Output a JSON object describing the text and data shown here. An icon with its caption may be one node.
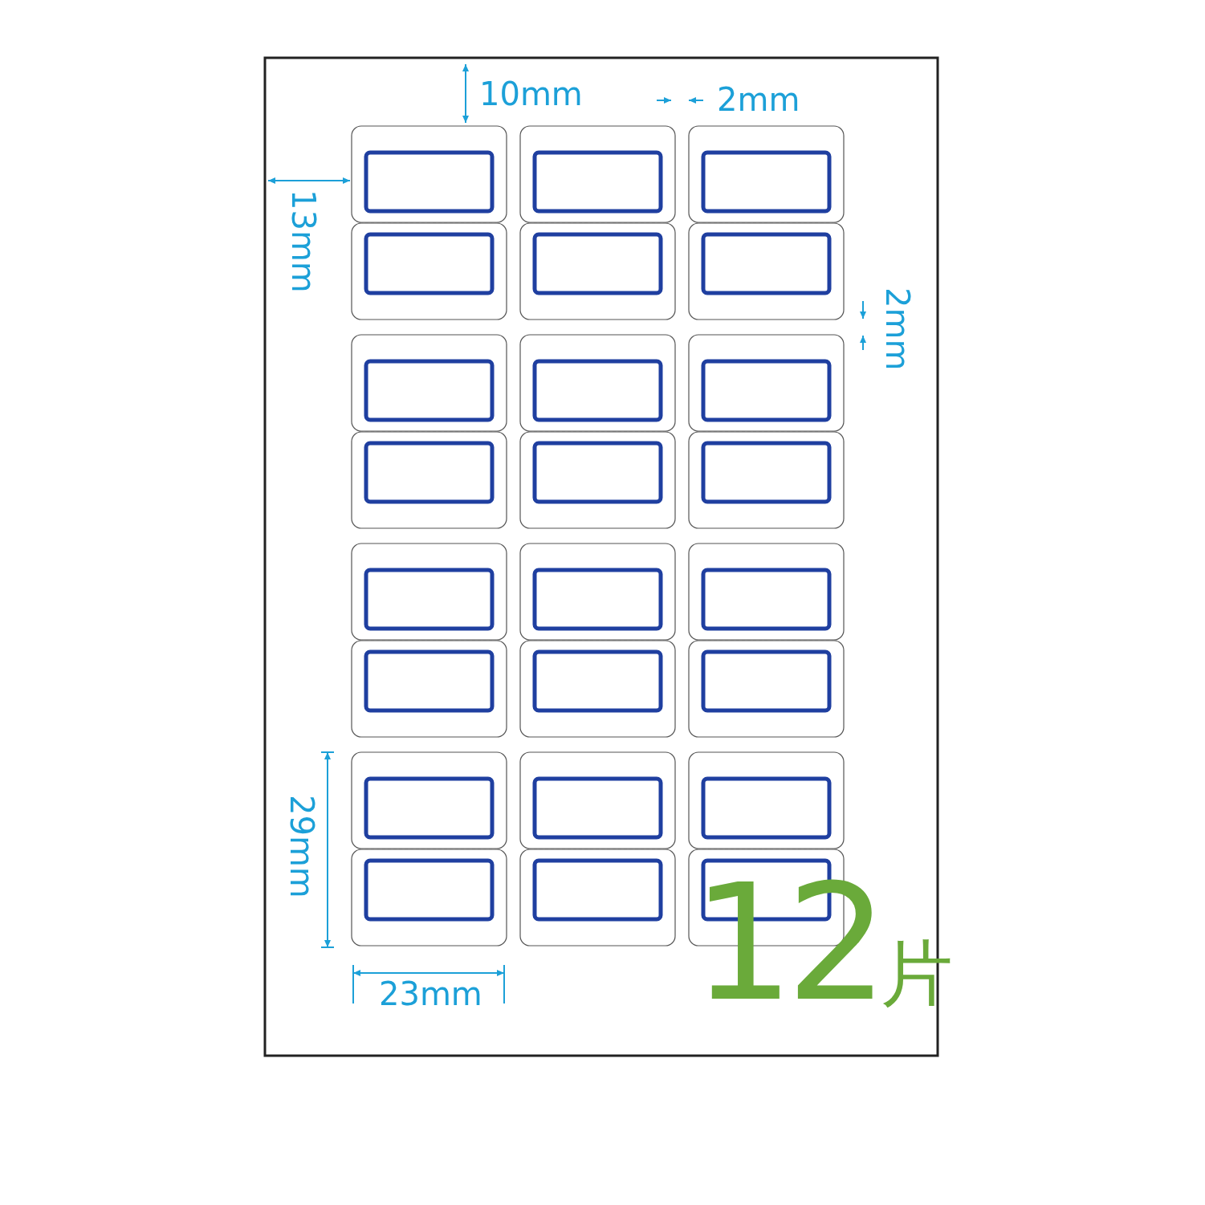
{
  "diagram": {
    "labels": [
      "10mm",
      "2mm",
      "13mm",
      "2mm",
      "29mm",
      "23mm",
      "12片"
    ]
  }
}
